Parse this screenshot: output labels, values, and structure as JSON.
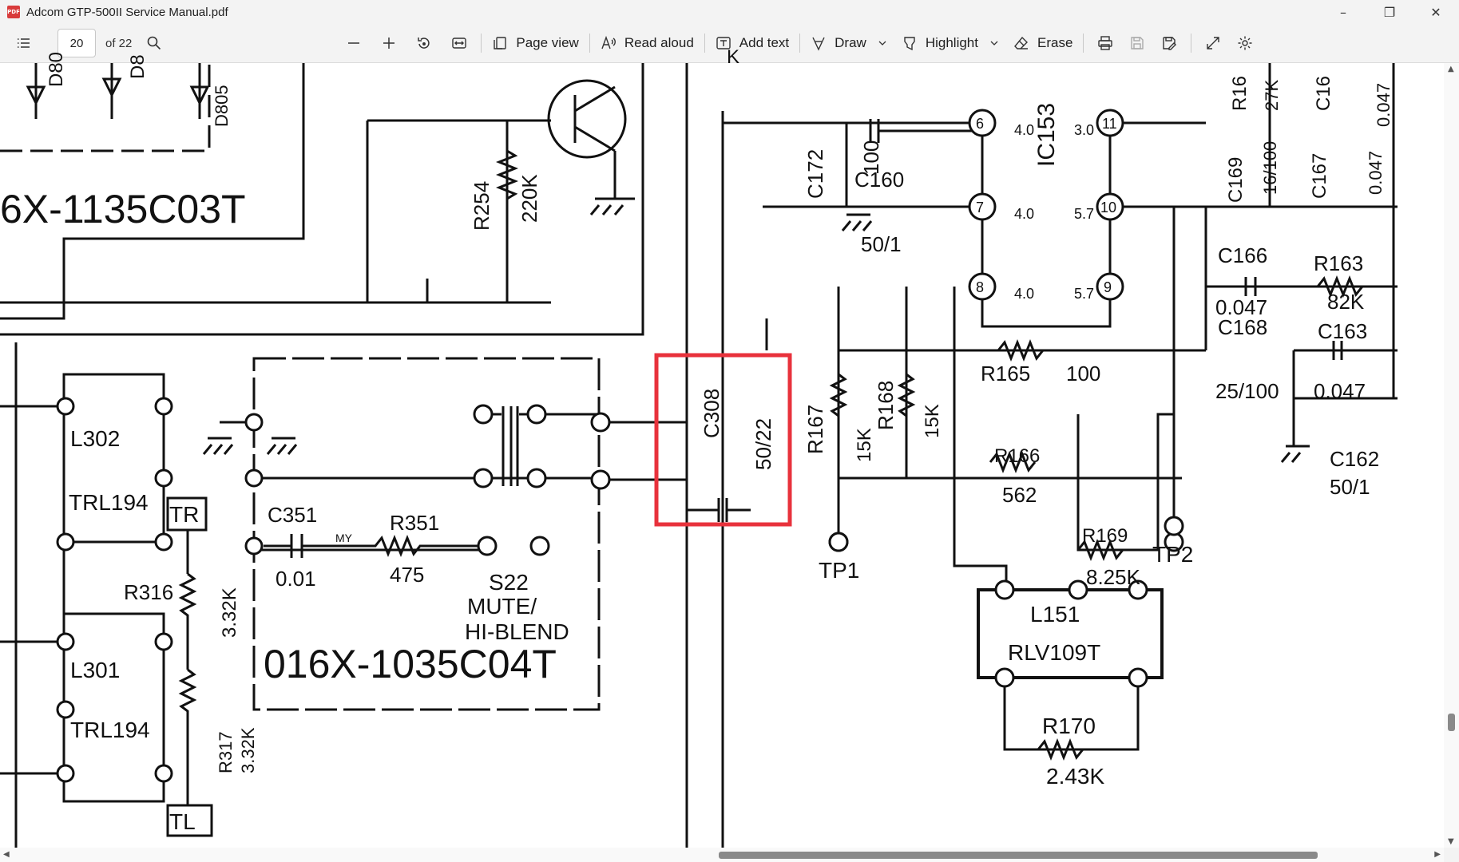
{
  "window": {
    "title": "Adcom GTP-500II Service Manual.pdf",
    "app_icon": "PDF"
  },
  "toolbar": {
    "page_number": "20",
    "page_total": "of 22",
    "page_view_label": "Page view",
    "read_aloud_label": "Read aloud",
    "add_text_label": "Add text",
    "draw_label": "Draw",
    "highlight_label": "Highlight",
    "erase_label": "Erase"
  },
  "highlight_color": "#e8323c",
  "schematic": {
    "labels": {
      "d80": "D80",
      "d8": "D8",
      "d805": "D805",
      "board_1135": "6X-1135C03T",
      "r254": "R254",
      "r254_val": "220K",
      "l302": "L302",
      "trl194_a": "TRL194",
      "tr": "TR",
      "l301": "L301",
      "trl194_b": "TRL194",
      "tl": "TL",
      "c351": "C351",
      "c351_val": "0.01",
      "my": "MY",
      "r351": "R351",
      "r351_val": "475",
      "s22": "S22",
      "mute": "MUTE/",
      "hiblend": "HI-BLEND",
      "r316": "R316",
      "r316_val": "3.32K",
      "r317": "R317",
      "r317_val": "3.32K",
      "board_1035": "016X-1035C04T",
      "c308": "C308",
      "c308_val": "50/22",
      "c172": "C172",
      "c172_val": "100",
      "c160": "C160",
      "c160_val": "50/1",
      "ic153": "IC153",
      "p6": "6",
      "p7": "7",
      "p8": "8",
      "p9": "9",
      "p10": "10",
      "p11": "11",
      "v40a": "4.0",
      "v40b": "4.0",
      "v40c": "4.0",
      "v30": "3.0",
      "v57a": "5.7",
      "v57b": "5.7",
      "r16x": "R16",
      "r16x_val": "27K",
      "c16x": "C16",
      "c16x_val": "0.047",
      "c169": "C169",
      "c169_val": "16/100",
      "c167": "C167",
      "c167_val": "0.047",
      "c166": "C166",
      "c166_val": "0.047",
      "r163": "R163",
      "r163_val": "82K",
      "c168": "C168",
      "c168_val": "25/100",
      "c163": "C163",
      "c163_val": "0.047",
      "r165": "R165",
      "r165_val": "100",
      "r167": "R167",
      "r167_val": "15K",
      "r168": "R168",
      "r168_val": "15K",
      "r166": "R166",
      "r166_val": "562",
      "r169": "R169",
      "r169_val": "8.25K",
      "tp1": "TP1",
      "tp2": "TP2",
      "c162": "C162",
      "c162_val": "50/1",
      "l151": "L151",
      "rlv109t": "RLV109T",
      "r170": "R170",
      "r170_val": "2.43K",
      "top_cut": "K"
    }
  }
}
